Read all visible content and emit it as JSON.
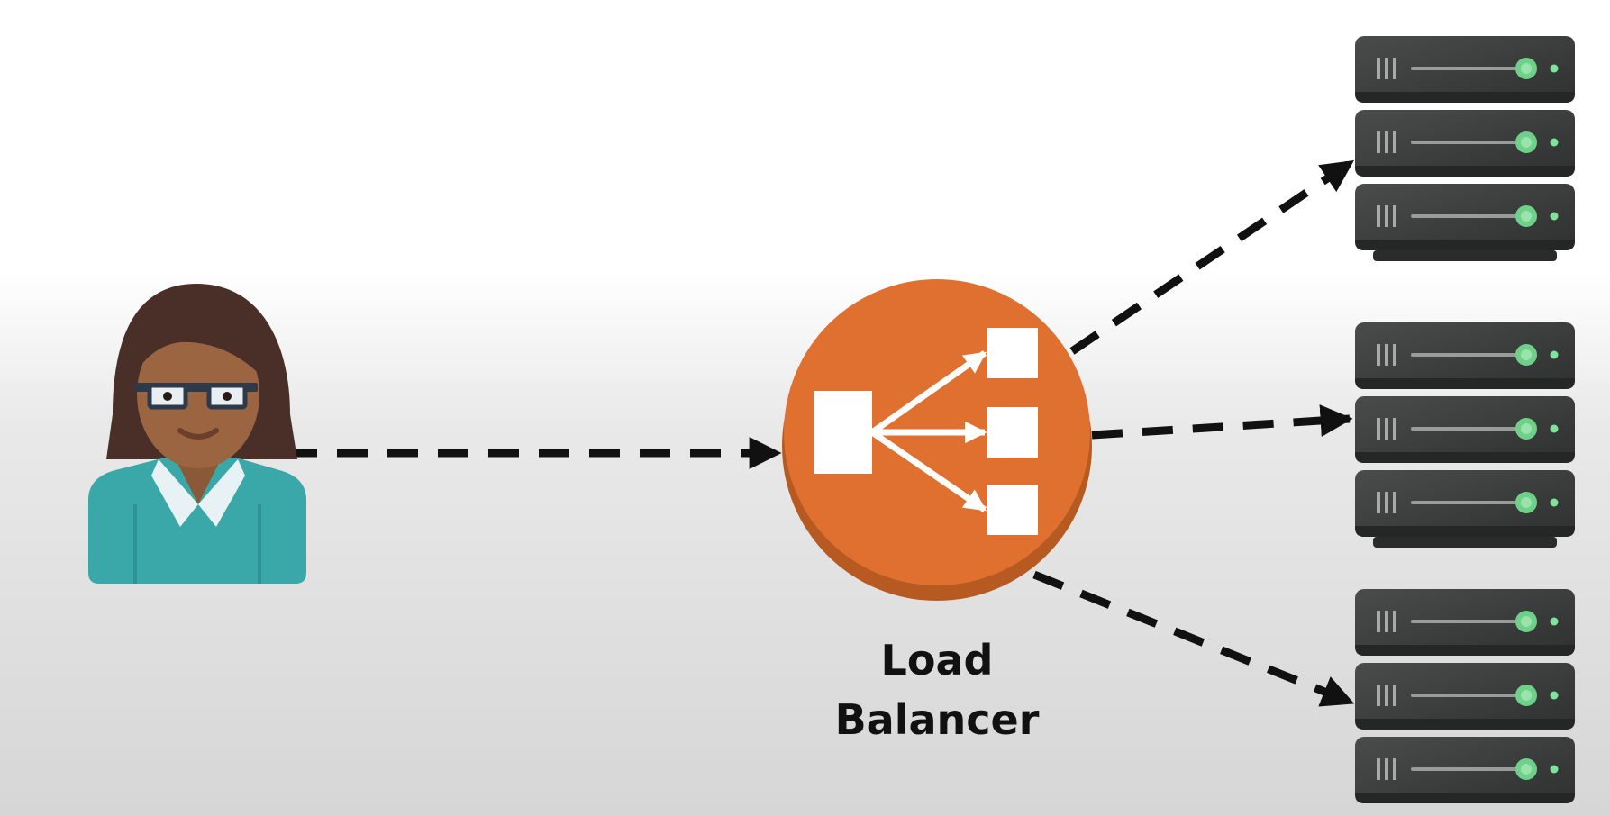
{
  "diagram": {
    "user": {
      "icon": "user-woman-with-glasses-icon"
    },
    "load_balancer": {
      "icon": "load-balancer-icon",
      "label_line1": "Load",
      "label_line2": "Balancer",
      "color": "#e07030"
    },
    "server_groups": [
      {
        "icon": "server-rack-icon",
        "units": 3
      },
      {
        "icon": "server-rack-icon",
        "units": 3
      },
      {
        "icon": "server-rack-icon",
        "units": 3
      }
    ],
    "connections": [
      {
        "from": "user",
        "to": "load_balancer",
        "style": "dashed-arrow"
      },
      {
        "from": "load_balancer",
        "to": "server_group_1",
        "style": "dashed-arrow"
      },
      {
        "from": "load_balancer",
        "to": "server_group_2",
        "style": "dashed-arrow"
      },
      {
        "from": "load_balancer",
        "to": "server_group_3",
        "style": "dashed-arrow"
      }
    ],
    "colors": {
      "server_body": "#3d3f3f",
      "server_light": "#6fd08a",
      "user_shirt": "#3aa8a8",
      "user_hair": "#4a2e28",
      "user_skin": "#9a6540"
    }
  }
}
